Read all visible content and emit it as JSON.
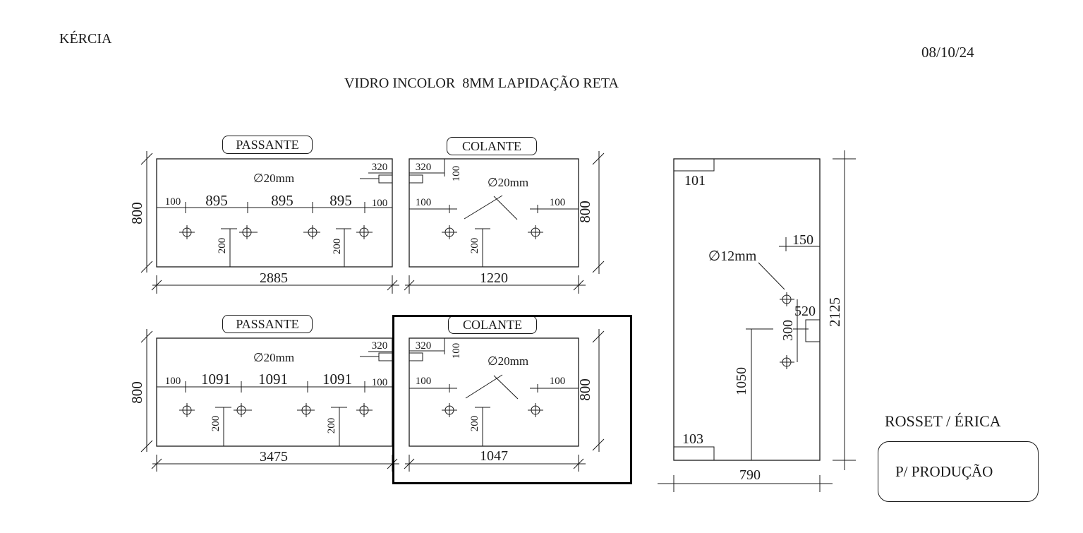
{
  "header": {
    "client": "KÉRCIA",
    "date": "08/10/24",
    "spec": "VIDRO INCOLOR  8MM LAPIDAÇÃO RETA"
  },
  "footer": {
    "installer": "ROSSET / ÉRICA",
    "status": "P/ PRODUÇÃO"
  },
  "panels": {
    "top_left": {
      "tag": "PASSANTE",
      "height": "800",
      "width": "2885",
      "hole": "∅20mm",
      "notch": "320",
      "spacings": [
        "100",
        "895",
        "895",
        "895",
        "100"
      ],
      "drops": [
        "200",
        "200"
      ]
    },
    "top_right": {
      "tag": "COLANTE",
      "height": "800",
      "width": "1220",
      "hole": "∅20mm",
      "notch_w": "320",
      "notch_h": "100",
      "edges": [
        "100",
        "100"
      ],
      "drop": "200"
    },
    "bottom_left": {
      "tag": "PASSANTE",
      "height": "800",
      "width": "3475",
      "hole": "∅20mm",
      "notch": "320",
      "spacings": [
        "100",
        "1091",
        "1091",
        "1091",
        "100"
      ],
      "drops": [
        "200",
        "200"
      ]
    },
    "bottom_right": {
      "tag": "COLANTE",
      "height": "800",
      "width": "1047",
      "hole": "∅20mm",
      "notch_w": "320",
      "notch_h": "100",
      "edges": [
        "100",
        "100"
      ],
      "drop": "200"
    },
    "door": {
      "width": "790",
      "height": "2125",
      "top_notch": "101",
      "bottom_notch": "103",
      "hole": "∅12mm",
      "edge": "150",
      "notch_h": "520",
      "hole_spacing": "300",
      "hole_height": "1050"
    }
  }
}
